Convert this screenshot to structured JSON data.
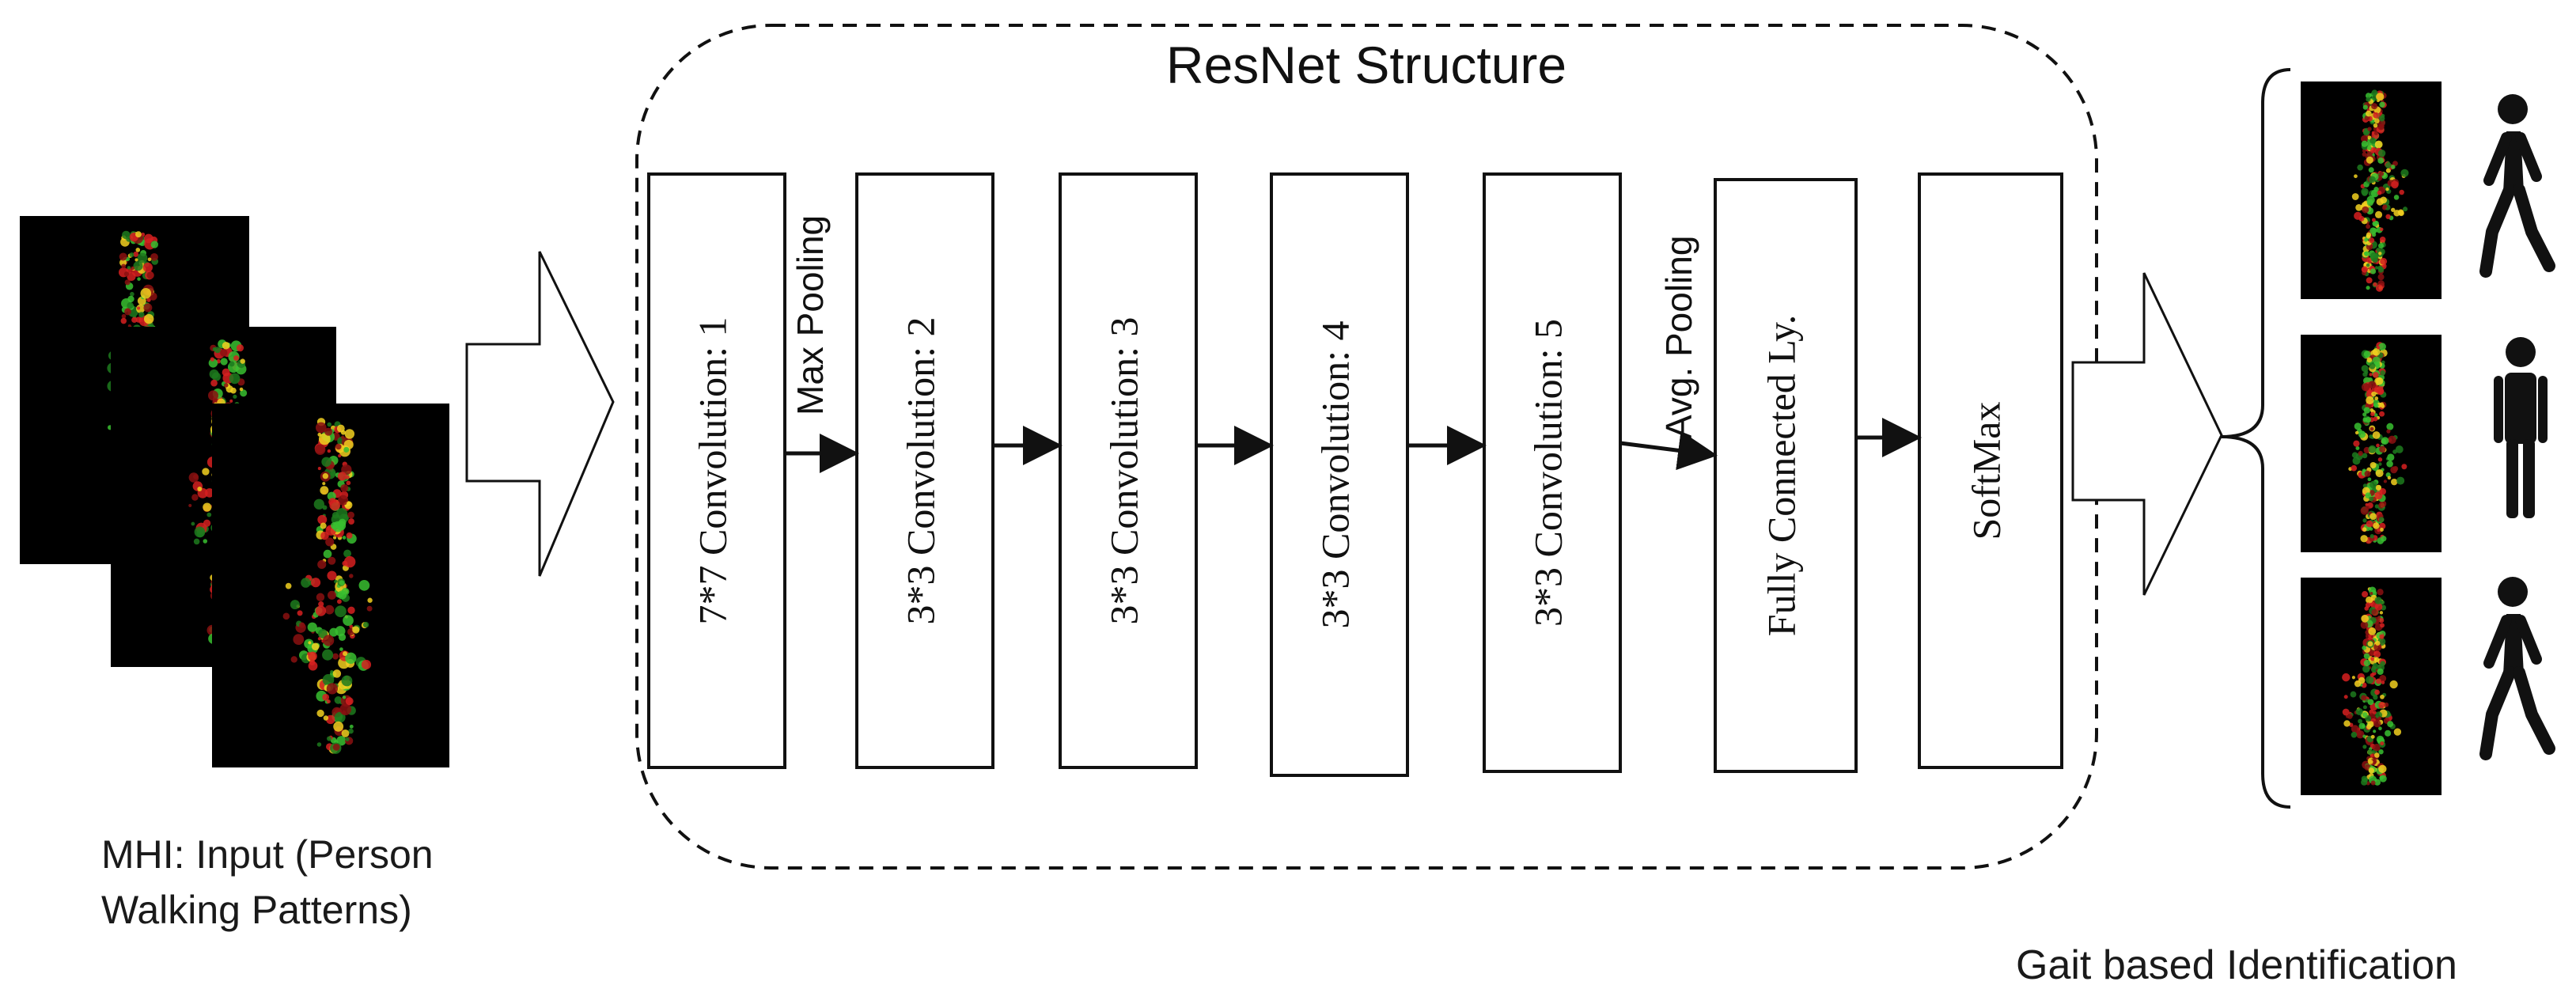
{
  "title": "ResNet Structure",
  "input_caption": [
    "MHI: Input (Person",
    "Walking Patterns)"
  ],
  "output_caption": "Gait based Identification",
  "layers": [
    {
      "label": "7*7 Convolution: 1"
    },
    {
      "label": "3*3 Convolution: 2"
    },
    {
      "label": "3*3 Convolution: 3"
    },
    {
      "label": "3*3 Convolution: 4"
    },
    {
      "label": "3*3 Convolution: 5"
    },
    {
      "label": "Fully Connected Ly."
    },
    {
      "label": "SoftMax"
    }
  ],
  "pooling": {
    "max": "Max Pooling",
    "avg": "Avg. Pooling"
  },
  "outputs": [
    {
      "pose": "walking-person-icon"
    },
    {
      "pose": "standing-person-icon"
    },
    {
      "pose": "walking-person-icon"
    }
  ],
  "colors": {
    "line": "#111111",
    "mhi_background": "#000000",
    "mhi_red": "#d62020",
    "mhi_green": "#38c030",
    "mhi_yellow": "#f2d020"
  }
}
